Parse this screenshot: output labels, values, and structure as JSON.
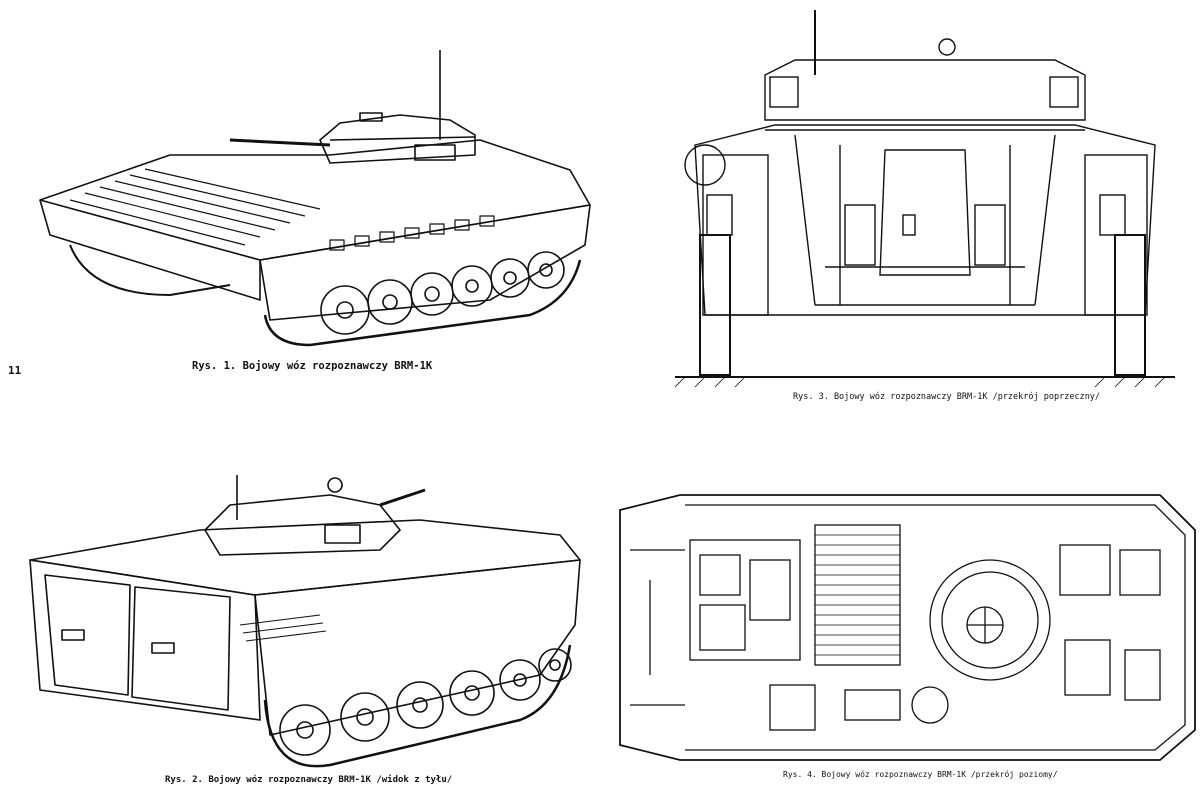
{
  "captions": {
    "fig1": "Rys. 1. Bojowy wóz rozpoznawczy BRM-1K",
    "fig2": "Rys. 3. Bojowy wóz rozpoznawczy BRM-1K /przekrój poprzeczny/",
    "fig3": "Rys. 2. Bojowy wóz rozpoznawczy BRM-1K /widok z tyłu/",
    "fig4": "Rys. 4. Bojowy wóz rozpoznawczy BRM-1K /przekrój poziomy/"
  },
  "margin_mark": "11"
}
